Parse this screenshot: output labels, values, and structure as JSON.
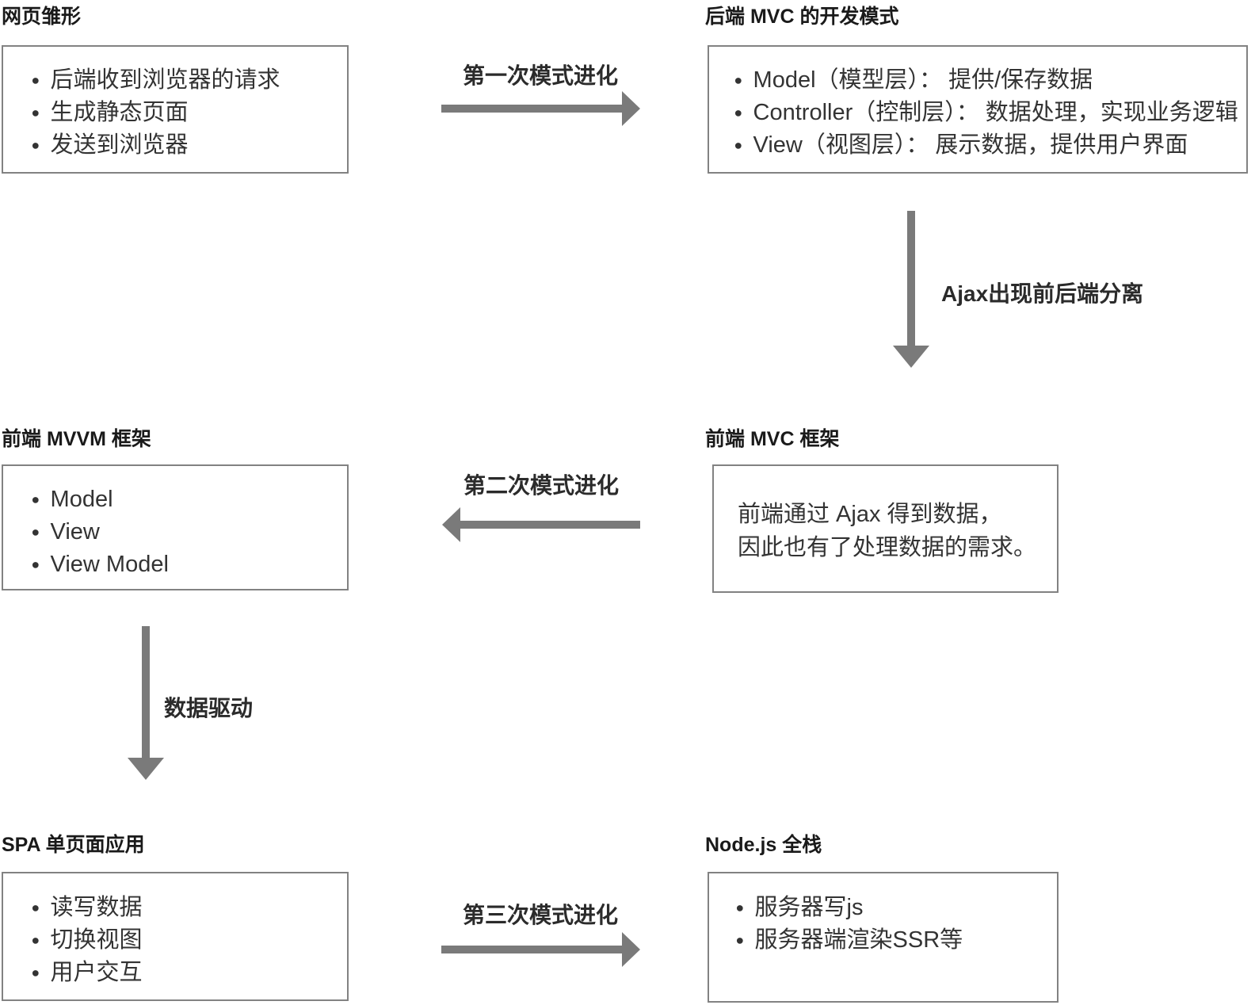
{
  "diagram": {
    "bullet": "●",
    "colors": {
      "arrow": "#7a7a7a",
      "box_border": "#828282",
      "title_text": "#1a1a1a",
      "body_text": "#333333"
    },
    "nodes": [
      {
        "title": "网页雏形",
        "bullets": [
          "后端收到浏览器的请求",
          "生成静态页面",
          "发送到浏览器"
        ]
      },
      {
        "title": "后端 MVC 的开发模式",
        "bullets": [
          "Model（模型层）： 提供/保存数据",
          "Controller（控制层）： 数据处理，实现业务逻辑",
          "View（视图层）： 展示数据，提供用户界面"
        ]
      },
      {
        "title": "前端 MVVM 框架",
        "bullets": [
          "Model",
          "View",
          "View Model"
        ]
      },
      {
        "title": "前端 MVC 框架",
        "lines": [
          "前端通过 Ajax 得到数据，",
          "因此也有了处理数据的需求。"
        ]
      },
      {
        "title": "SPA 单页面应用",
        "bullets": [
          "读写数据",
          "切换视图",
          "用户交互"
        ]
      },
      {
        "title": "Node.js 全栈",
        "bullets": [
          "服务器写js",
          "服务器端渲染SSR等"
        ]
      }
    ],
    "arrows": [
      {
        "label": "第一次模式进化",
        "direction": "right"
      },
      {
        "label": "Ajax出现前后端分离",
        "direction": "down"
      },
      {
        "label": "第二次模式进化",
        "direction": "left"
      },
      {
        "label": "数据驱动",
        "direction": "down"
      },
      {
        "label": "第三次模式进化",
        "direction": "right"
      }
    ]
  }
}
